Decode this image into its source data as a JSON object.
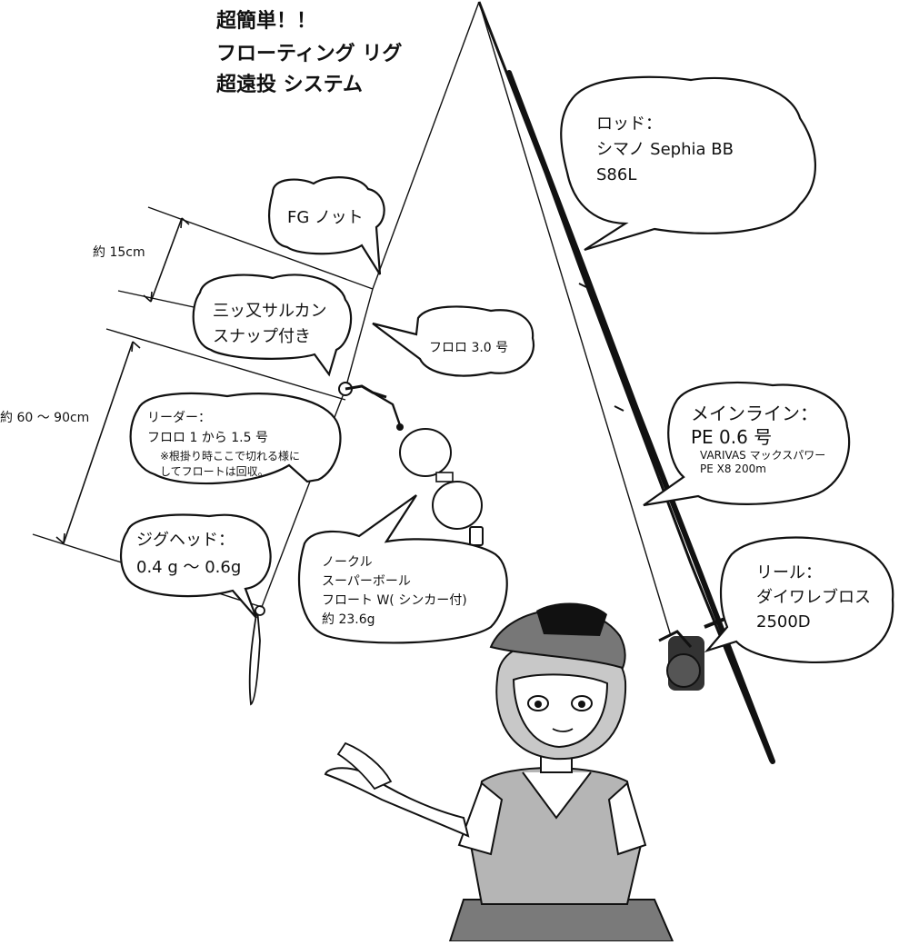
{
  "title": {
    "line1": "超簡単！！",
    "line2": "フローティング リグ",
    "line3": "超遠投 システム"
  },
  "labels": {
    "fg_knot": "FG ノット",
    "swivel_line1": "三ッ又サルカン",
    "swivel_line2": "スナップ付き",
    "fluoro": "フロロ 3.0 号",
    "leader_line1": "リーダー：",
    "leader_line2": "フロロ 1 から 1.5 号",
    "leader_note1": "※根掛り時ここで切れる様に",
    "leader_note2": "してフロートは回収。",
    "jighead_line1": "ジグヘッド：",
    "jighead_line2": "0.4 g ～ 0.6g",
    "float_line1": "ノークル",
    "float_line2": "スーパーボール",
    "float_line3": "フロート W( シンカー付)",
    "float_line4": "約 23.6g",
    "rod_line1": "ロッド：",
    "rod_line2": "シマノ Sephia BB",
    "rod_line3": "S86L",
    "mainline_line1": "メインライン：",
    "mainline_line2": "PE 0.6 号",
    "mainline_line3": "VARIVAS マックスパワー",
    "mainline_line4": "PE X8 200m",
    "reel_line1": "リール：",
    "reel_line2": "ダイワレブロス",
    "reel_line3": "2500D"
  },
  "dimensions": {
    "upper": "約 15cm",
    "lower": "約 60 ～ 90cm"
  },
  "icons": [
    "fishing-rod-icon",
    "spinning-reel-icon",
    "float-icon",
    "swivel-icon",
    "jighead-lure-icon",
    "girl-character-icon"
  ]
}
